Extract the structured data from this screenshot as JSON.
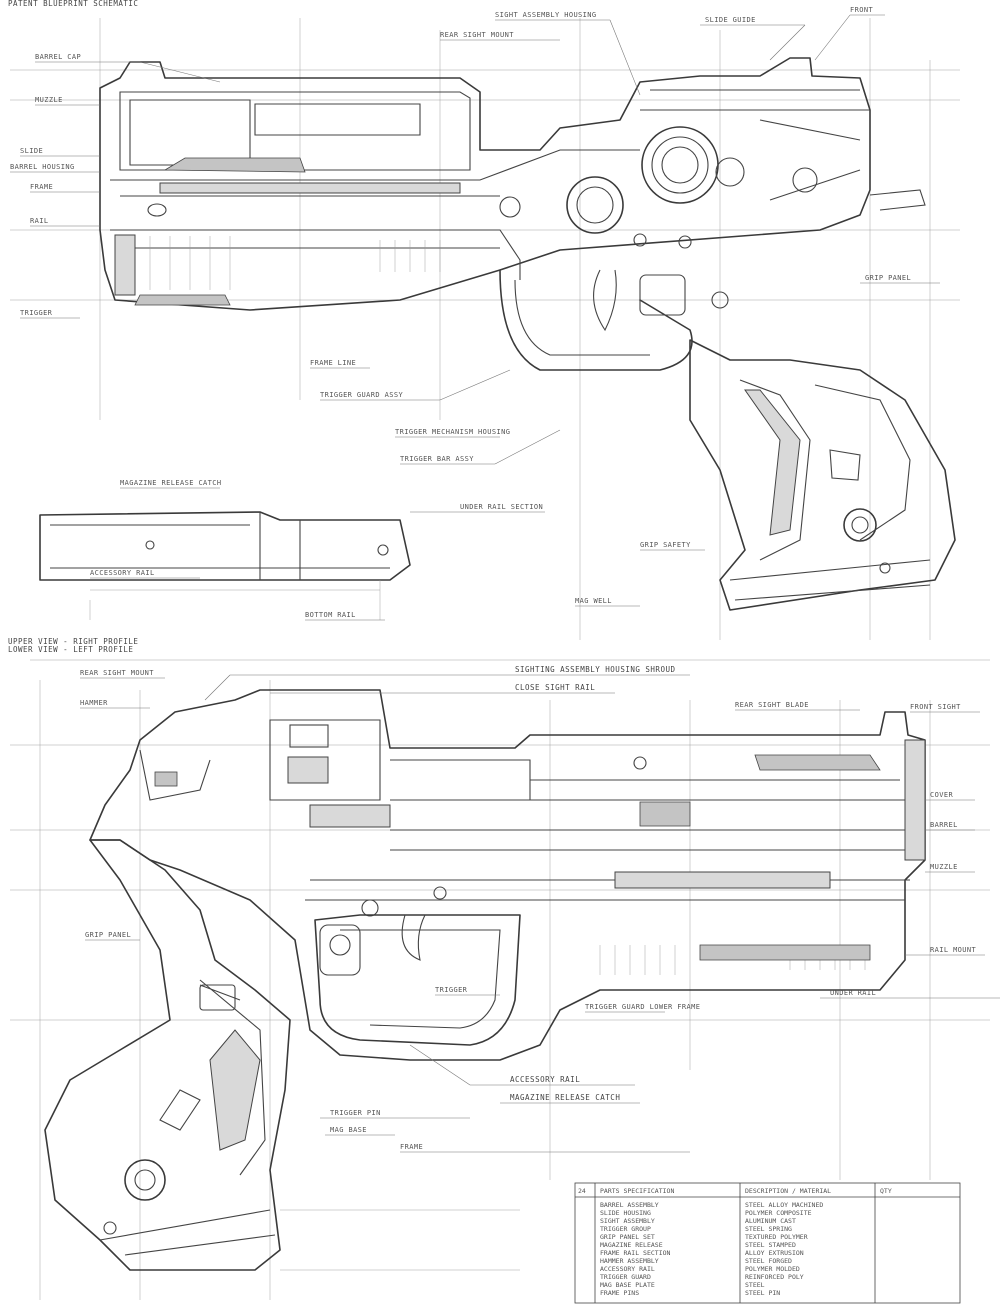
{
  "sheet": {
    "header": "PATENT BLUEPRINT SCHEMATIC",
    "upper_view_title": "UPPER VIEW - RIGHT PROFILE",
    "lower_view_title": "LOWER VIEW - LEFT PROFILE",
    "upper_view": {
      "callouts_top": [
        "SIGHT ASSEMBLY HOUSING",
        "REAR SIGHT MOUNT",
        "SLIDE GUIDE",
        "FRONT"
      ],
      "callouts_left": [
        "BARREL CAP",
        "MUZZLE",
        "SLIDE",
        "BARREL HOUSING",
        "FRAME",
        "RAIL",
        "TRIGGER"
      ],
      "callouts_center": [
        "FRAME LINE",
        "TRIGGER GUARD ASSY",
        "TRIGGER MECHANISM HOUSING",
        "TRIGGER BAR ASSY",
        "MAGAZINE RELEASE CATCH"
      ],
      "callouts_right": [
        "GRIP PANEL",
        "GRIP SAFETY"
      ],
      "callouts_bottom": [
        "UNDER RAIL SECTION",
        "ACCESSORY RAIL",
        "BOTTOM RAIL",
        "MAG WELL"
      ]
    },
    "lower_view": {
      "callouts_top": [
        "SIGHTING ASSEMBLY HOUSING SHROUD",
        "CLOSE SIGHT RAIL",
        "REAR SIGHT BLADE",
        "FRONT SIGHT"
      ],
      "callouts_left": [
        "REAR SIGHT MOUNT",
        "HAMMER",
        "GRIP PANEL"
      ],
      "callouts_right": [
        "COVER",
        "BARREL",
        "MUZZLE",
        "RAIL MOUNT",
        "UNDER RAIL"
      ],
      "callouts_bottom": [
        "TRIGGER",
        "TRIGGER GUARD LOWER FRAME",
        "ACCESSORY RAIL",
        "MAGAZINE RELEASE CATCH",
        "TRIGGER PIN",
        "MAG BASE",
        "FRAME"
      ]
    },
    "table": {
      "title": "PARTS SPECIFICATION",
      "index": "24",
      "header_cells": [
        "PARTS SPECIFICATION",
        "DESCRIPTION / MATERIAL",
        "QTY"
      ],
      "col_a": [
        "BARREL ASSEMBLY",
        "SLIDE HOUSING",
        "SIGHT ASSEMBLY",
        "TRIGGER GROUP",
        "GRIP PANEL SET",
        "MAGAZINE RELEASE",
        "FRAME RAIL SECTION",
        "HAMMER ASSEMBLY",
        "ACCESSORY RAIL",
        "TRIGGER GUARD",
        "MAG BASE PLATE",
        "FRAME PINS"
      ],
      "col_b": [
        "STEEL ALLOY MACHINED",
        "POLYMER COMPOSITE",
        "ALUMINUM CAST",
        "STEEL SPRING",
        "TEXTURED POLYMER",
        "STEEL STAMPED",
        "ALLOY EXTRUSION",
        "STEEL FORGED",
        "POLYMER MOLDED",
        "REINFORCED POLY",
        "STEEL",
        "STEEL PIN"
      ]
    }
  }
}
